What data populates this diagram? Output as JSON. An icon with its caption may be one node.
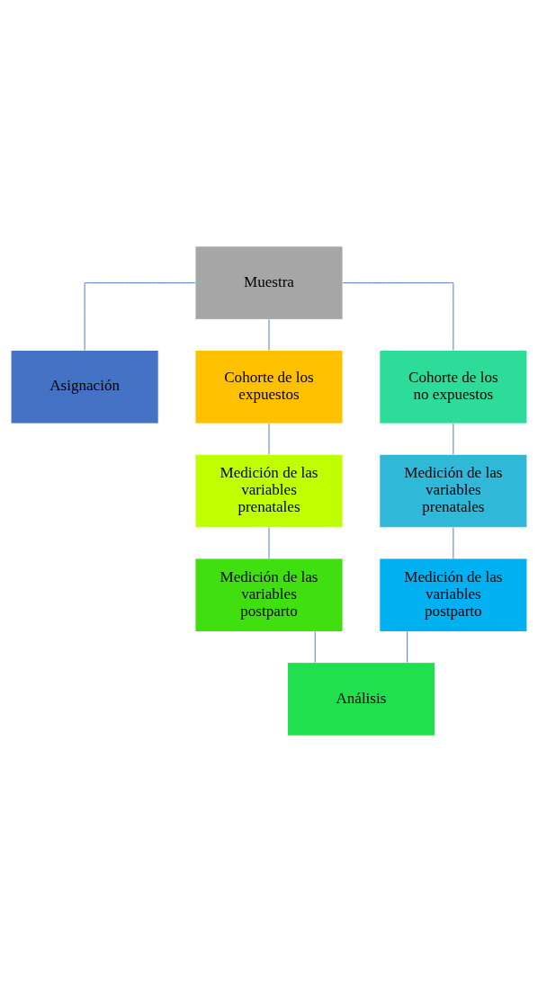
{
  "diagram": {
    "nodes": [
      {
        "text": [
          "Muestra"
        ]
      },
      {
        "text": [
          "Asignación"
        ]
      },
      {
        "text": [
          "Cohorte de los expuestos"
        ]
      },
      {
        "text": [
          "Cohorte de los no expuestos"
        ]
      },
      {
        "text": [
          "Medición de las variables prenatales"
        ]
      },
      {
        "text": [
          "Medición de las variables prenatales"
        ]
      },
      {
        "text": [
          "Medición de las variables postparto"
        ]
      },
      {
        "text": [
          "Medición de las variables postparto"
        ]
      },
      {
        "text": [
          "Análisis"
        ]
      }
    ],
    "edges": [
      {
        "from": 0,
        "to": 1,
        "arrow": "none"
      },
      {
        "from": 0,
        "to": 2,
        "arrow": "none"
      },
      {
        "from": 0,
        "to": 3,
        "arrow": "none"
      },
      {
        "from": 2,
        "to": 4,
        "arrow": "none"
      },
      {
        "from": 4,
        "to": 6,
        "arrow": "none"
      },
      {
        "from": 3,
        "to": 5,
        "arrow": "none"
      },
      {
        "from": 5,
        "to": 7,
        "arrow": "none"
      },
      {
        "from": 6,
        "to": 8,
        "arrow": "none"
      },
      {
        "from": 7,
        "to": 8,
        "arrow": "none"
      }
    ]
  }
}
